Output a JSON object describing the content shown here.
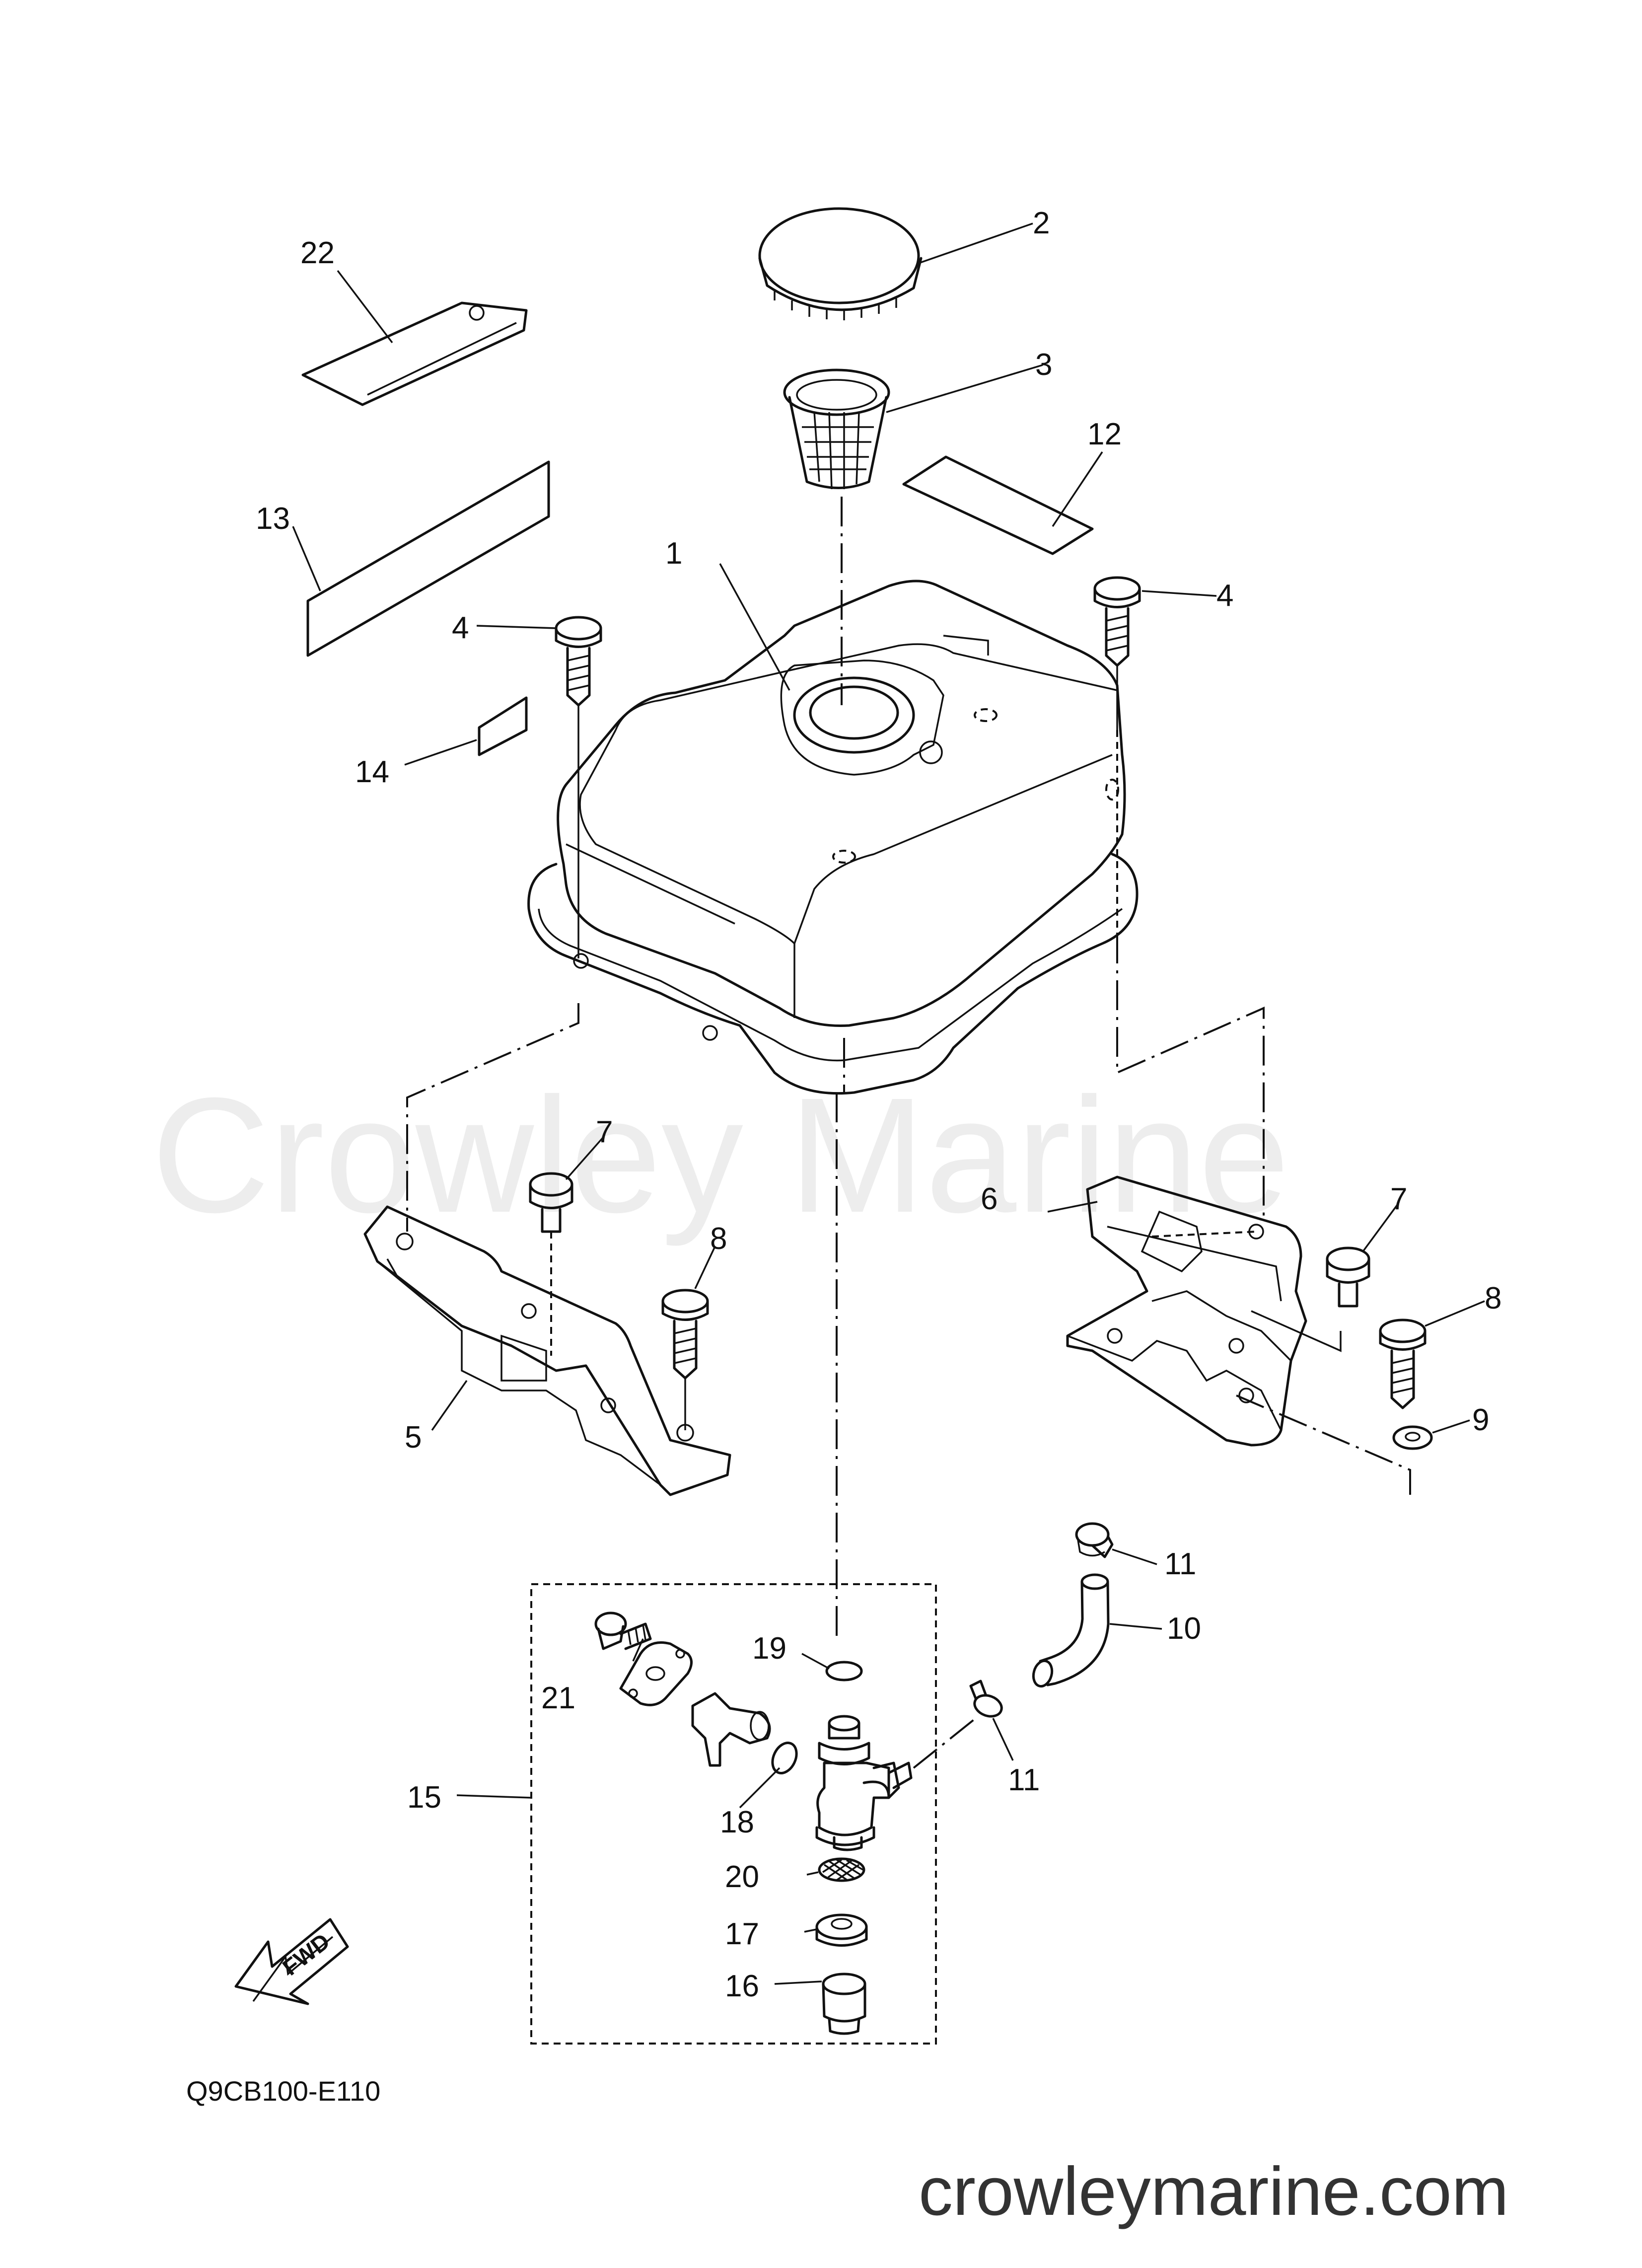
{
  "diagram": {
    "diagram_code": "Q9CB100-E110",
    "watermark": "Crowley Marine",
    "website": "crowleymarine.com",
    "fwd_label": "FWD",
    "callouts": [
      {
        "id": "1",
        "text": "1"
      },
      {
        "id": "2",
        "text": "2"
      },
      {
        "id": "3",
        "text": "3"
      },
      {
        "id": "4a",
        "text": "4"
      },
      {
        "id": "4b",
        "text": "4"
      },
      {
        "id": "5",
        "text": "5"
      },
      {
        "id": "6",
        "text": "6"
      },
      {
        "id": "7a",
        "text": "7"
      },
      {
        "id": "7b",
        "text": "7"
      },
      {
        "id": "8a",
        "text": "8"
      },
      {
        "id": "8b",
        "text": "8"
      },
      {
        "id": "9",
        "text": "9"
      },
      {
        "id": "10",
        "text": "10"
      },
      {
        "id": "11a",
        "text": "11"
      },
      {
        "id": "11b",
        "text": "11"
      },
      {
        "id": "12",
        "text": "12"
      },
      {
        "id": "13",
        "text": "13"
      },
      {
        "id": "14",
        "text": "14"
      },
      {
        "id": "15",
        "text": "15"
      },
      {
        "id": "16",
        "text": "16"
      },
      {
        "id": "17",
        "text": "17"
      },
      {
        "id": "18",
        "text": "18"
      },
      {
        "id": "19",
        "text": "19"
      },
      {
        "id": "20",
        "text": "20"
      },
      {
        "id": "21",
        "text": "21"
      },
      {
        "id": "22",
        "text": "22"
      }
    ]
  }
}
